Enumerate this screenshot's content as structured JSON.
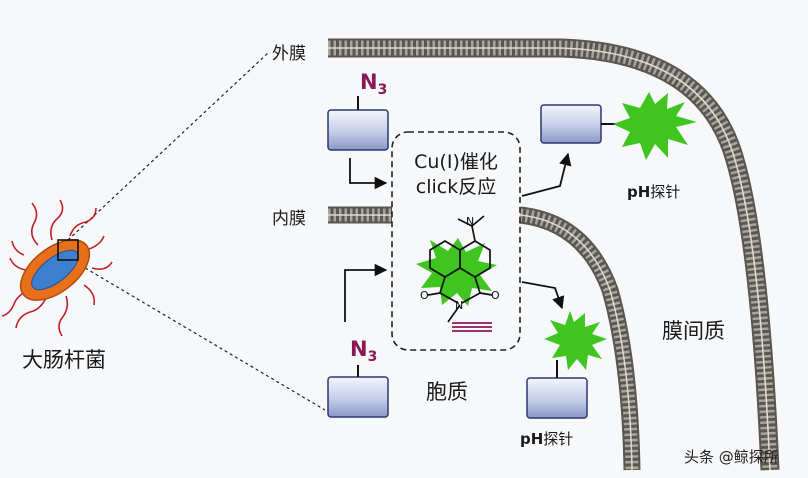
{
  "labels": {
    "outer_membrane": "外膜",
    "inner_membrane": "内膜",
    "bacterium": "大肠杆菌",
    "periplasm": "膜间质",
    "cytoplasm": "胞质",
    "reaction_line1": "Cu(I)催化",
    "reaction_line2": "click反应",
    "azide_main": "N",
    "azide_sub": "3",
    "probe_bold": "pH",
    "probe_rest": "探针",
    "watermark": "头条 @鲸探所"
  },
  "colors": {
    "membrane": "#6e6a60",
    "bacterium_body": "#e8701a",
    "bacterium_inner": "#3d80d0",
    "flagella": "#c0202a",
    "box_fill": "#c4cce8",
    "probe_burst": "#3fc420",
    "alkyne_bond": "#8a1a56"
  }
}
